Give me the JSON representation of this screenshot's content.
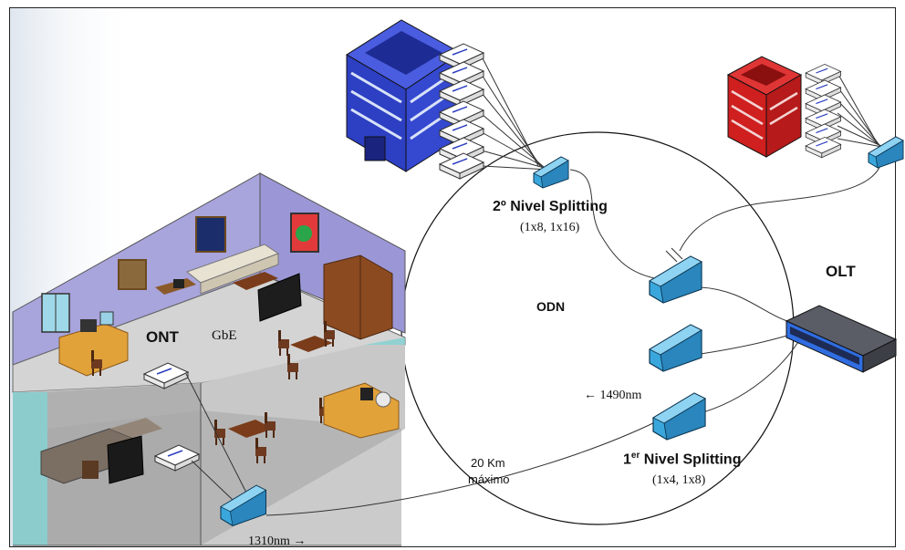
{
  "labels": {
    "ont": "ONT",
    "gbe": "GbE",
    "odn": "ODN",
    "olt": "OLT",
    "second_level": "2º Nivel Splitting",
    "second_ratios": "(1x8, 1x16)",
    "first_level_prefix": "1",
    "first_level_sup": "er",
    "first_level_suffix": " Nivel Splitting",
    "first_ratios": "(1x4, 1x8)",
    "downstream": "← 1490nm",
    "upstream": "1310nm →",
    "distance_line1": "20 Km",
    "distance_line2": "máximo"
  },
  "colors": {
    "splitter": "#3aa7dc",
    "blue_building": "#2d3fc2",
    "red_building": "#cf1f1f",
    "wall": "#9b97d6",
    "floor": "#d3d3d3",
    "olt": "#3d3f47",
    "olt_accent": "#2f6de0"
  }
}
